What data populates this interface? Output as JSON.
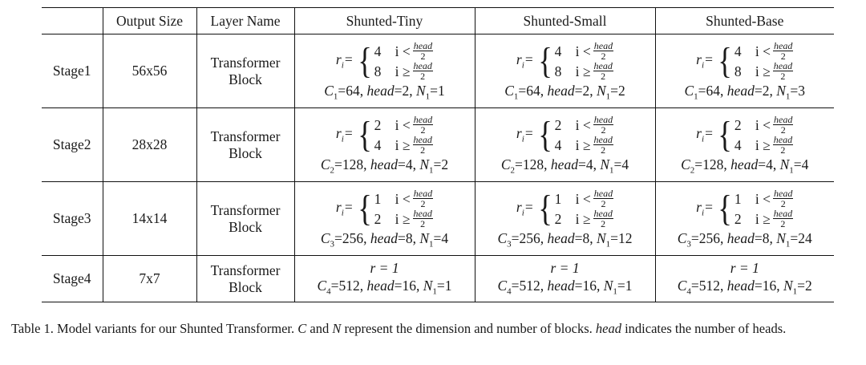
{
  "header": {
    "stage": "",
    "output_size": "Output Size",
    "layer_name": "Layer Name",
    "tiny": "Shunted-Tiny",
    "small": "Shunted-Small",
    "base": "Shunted-Base"
  },
  "rows": [
    {
      "stage": "Stage1",
      "output": "56x56",
      "layer1": "Transformer",
      "layer2": "Block",
      "r_values": [
        "4",
        "8"
      ],
      "variants": [
        {
          "c_sub": "1",
          "c_val": "64",
          "head": "2",
          "n_val": "1"
        },
        {
          "c_sub": "1",
          "c_val": "64",
          "head": "2",
          "n_val": "2"
        },
        {
          "c_sub": "1",
          "c_val": "64",
          "head": "2",
          "n_val": "3"
        }
      ]
    },
    {
      "stage": "Stage2",
      "output": "28x28",
      "layer1": "Transformer",
      "layer2": "Block",
      "r_values": [
        "2",
        "4"
      ],
      "variants": [
        {
          "c_sub": "2",
          "c_val": "128",
          "head": "4",
          "n_val": "2"
        },
        {
          "c_sub": "2",
          "c_val": "128",
          "head": "4",
          "n_val": "4"
        },
        {
          "c_sub": "2",
          "c_val": "128",
          "head": "4",
          "n_val": "4"
        }
      ]
    },
    {
      "stage": "Stage3",
      "output": "14x14",
      "layer1": "Transformer",
      "layer2": "Block",
      "r_values": [
        "1",
        "2"
      ],
      "variants": [
        {
          "c_sub": "3",
          "c_val": "256",
          "head": "8",
          "n_val": "4"
        },
        {
          "c_sub": "3",
          "c_val": "256",
          "head": "8",
          "n_val": "12"
        },
        {
          "c_sub": "3",
          "c_val": "256",
          "head": "8",
          "n_val": "24"
        }
      ]
    },
    {
      "stage": "Stage4",
      "output": "7x7",
      "layer1": "Transformer",
      "layer2": "Block",
      "r_const": "1",
      "variants": [
        {
          "c_sub": "4",
          "c_val": "512",
          "head": "16",
          "n_val": "1"
        },
        {
          "c_sub": "4",
          "c_val": "512",
          "head": "16",
          "n_val": "1"
        },
        {
          "c_sub": "4",
          "c_val": "512",
          "head": "16",
          "n_val": "2"
        }
      ]
    }
  ],
  "formula": {
    "r_symbol": "r",
    "r_sub": "i",
    "lt": "i <",
    "ge": "i ≥",
    "frac_num": "head",
    "frac_den": "2",
    "c_symbol": "C",
    "n_symbol": "N",
    "n_sub": "1",
    "head_word": "head"
  },
  "caption": {
    "label": "Table 1.",
    "text_a": "Model variants for our Shunted Transformer.",
    "c": "C",
    "and": "and",
    "n": "N",
    "text_b": "represent the dimension and number of blocks.",
    "head": "head",
    "text_c": "indicates the number of heads."
  }
}
